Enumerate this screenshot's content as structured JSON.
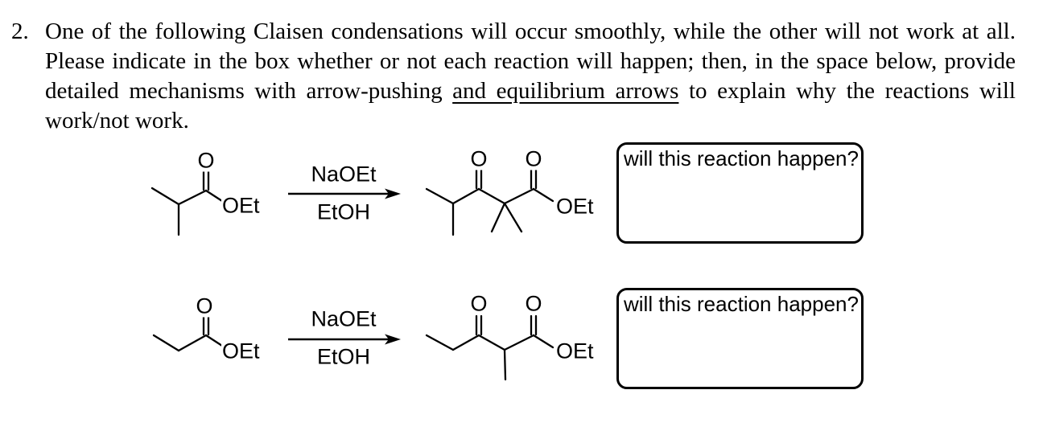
{
  "question": {
    "number": "2.",
    "text_before": "One of the following Claisen condensations will occur smoothly, while the other will not work at all. Please indicate in the box whether or not each reaction will happen; then, in the space below, provide detailed mechanisms with arrow-pushing ",
    "underlined": "and equilibrium arrows",
    "text_after": " to explain why the reactions will work/not work."
  },
  "colors": {
    "ink": "#000000",
    "background": "#ffffff"
  },
  "reactions": [
    {
      "reactant": {
        "carbonyl_o_label": "O",
        "ester_group_label": "OEt"
      },
      "conditions": {
        "reagent": "NaOEt",
        "solvent": "EtOH"
      },
      "product": {
        "ketone_o_label": "O",
        "ester_o_label": "O",
        "ester_group_label": "OEt"
      },
      "answer_box": {
        "prompt": "will this reaction happen?"
      }
    },
    {
      "reactant": {
        "carbonyl_o_label": "O",
        "ester_group_label": "OEt"
      },
      "conditions": {
        "reagent": "NaOEt",
        "solvent": "EtOH"
      },
      "product": {
        "ketone_o_label": "O",
        "ester_o_label": "O",
        "ester_group_label": "OEt"
      },
      "answer_box": {
        "prompt": "will this reaction happen?"
      }
    }
  ]
}
